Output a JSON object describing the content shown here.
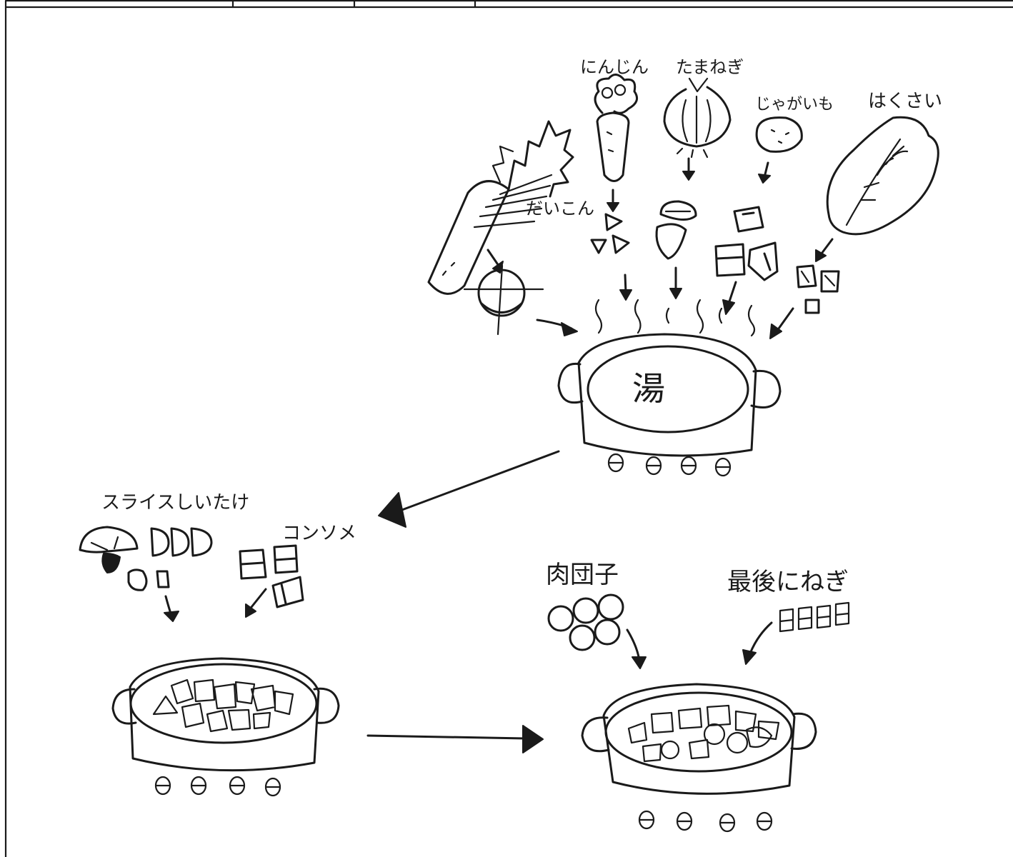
{
  "ingredients": {
    "carrot": "にんじん",
    "onion": "たまねぎ",
    "potato": "じゃがいも",
    "napa_cabbage": "はくさい",
    "daikon": "だいこん",
    "sliced_shiitake": "スライスしいたけ",
    "consomme": "コンソメ",
    "meatballs": "肉団子",
    "green_onion_last": "最後にねぎ"
  },
  "pot_label": "湯",
  "colors": {
    "ink": "#1a1a1a",
    "paper": "#ffffff"
  }
}
